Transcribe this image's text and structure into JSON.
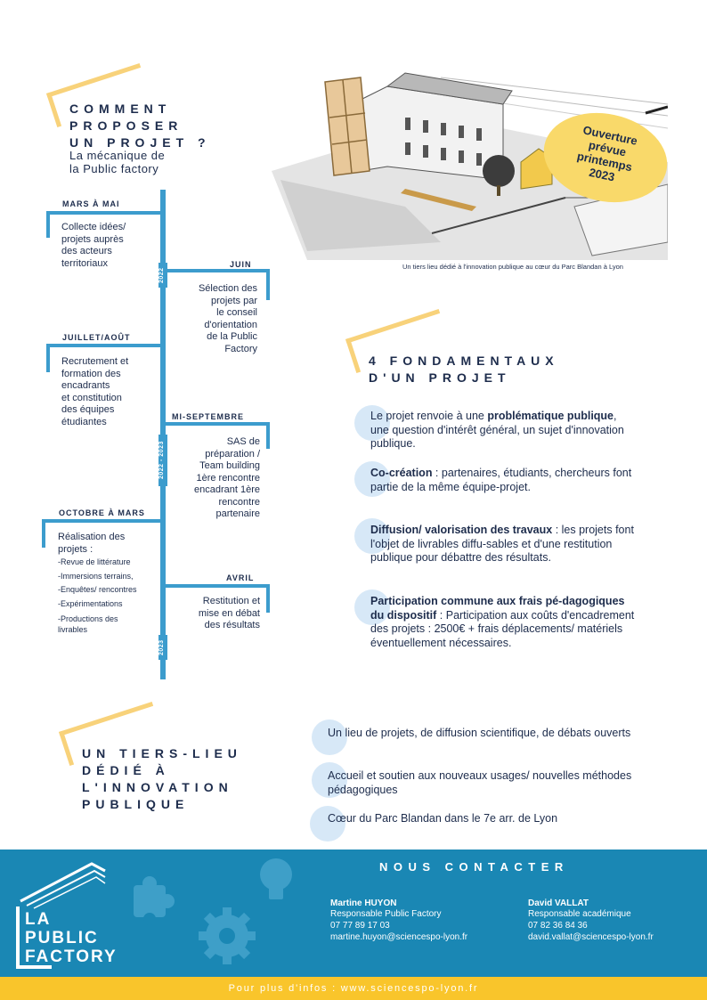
{
  "section1": {
    "title_lines": [
      "COMMENT",
      "PROPOSER",
      "UN PROJET ?"
    ],
    "subtitle_lines": [
      "La mécanique de",
      "la Public factory"
    ]
  },
  "image": {
    "caption": "Un tiers lieu dédié à l'innovation publique au cœur du Parc Blandan à Lyon",
    "badge_lines": [
      "Ouverture",
      "prévue",
      "printemps",
      "2023"
    ]
  },
  "timeline": {
    "years": [
      "2022",
      "2022 - 2023",
      "2023"
    ],
    "steps": [
      {
        "label": "MARS À MAI",
        "lines": [
          "Collecte idées/",
          "projets auprès",
          "des acteurs",
          "territoriaux"
        ]
      },
      {
        "label": "JUIN",
        "lines": [
          "Sélection des",
          "projets par",
          "le conseil",
          "d'orientation",
          "de la Public",
          "Factory"
        ]
      },
      {
        "label": "JUILLET/AOÛT",
        "lines": [
          "Recrutement et",
          "formation des",
          "encadrants",
          "et constitution",
          "des équipes",
          "étudiantes"
        ]
      },
      {
        "label": "MI-SEPTEMBRE",
        "lines": [
          "SAS de",
          "préparation /",
          "Team building",
          "1ère rencontre",
          "encadrant 1ère",
          "rencontre",
          "partenaire"
        ]
      },
      {
        "label": "OCTOBRE À MARS",
        "lines": [
          "Réalisation des",
          "projets :"
        ],
        "sub": [
          "-Revue de littérature",
          "-Immersions terrains,",
          "-Enquêtes/ rencontres",
          "-Expérimentations",
          "-Productions des",
          "livrables"
        ]
      },
      {
        "label": "AVRIL",
        "lines": [
          "Restitution et",
          "mise en débat",
          "des résultats"
        ]
      }
    ]
  },
  "section2": {
    "title_lines": [
      "4 FONDAMENTAUX",
      "D'UN PROJET"
    ],
    "items": [
      {
        "bold": "",
        "pre": "Le projet renvoie à une ",
        "strong": "problématique publique",
        "post": ", une question d'intérêt général, un sujet d'innovation publique."
      },
      {
        "pre": "",
        "strong": "Co-création",
        "post": " : partenaires, étudiants, chercheurs font partie de la même équipe-projet."
      },
      {
        "pre": "",
        "strong": "Diffusion/ valorisation des travaux",
        "post": " : les projets font l'objet de livrables diffu-sables  et d'une restitution publique pour débattre des résultats."
      },
      {
        "pre": "",
        "strong": "Participation commune aux frais pé-dagogiques du dispositif",
        "post": " : Participation aux coûts d'encadrement des projets : 2500€ + frais déplacements/ matériels éventuellement nécessaires."
      }
    ]
  },
  "section3": {
    "title_lines": [
      "UN TIERS-LIEU",
      "DÉDIÉ À",
      "L'INNOVATION",
      "PUBLIQUE"
    ],
    "items": [
      "Un lieu de projets, de diffusion scientifique, de débats ouverts",
      "Accueil et soutien aux nouveaux usages/ nouvelles méthodes pédagogiques",
      "Cœur du Parc Blandan dans le 7e arr. de Lyon"
    ]
  },
  "footer": {
    "logo_lines": [
      "LA",
      "PUBLIC",
      "FACTORY"
    ],
    "contact_title": "NOUS CONTACTER",
    "contacts": [
      {
        "name": "Martine HUYON",
        "role": "Responsable Public Factory",
        "phone": "07 77 89 17 03",
        "email": "martine.huyon@sciencespo-lyon.fr"
      },
      {
        "name": "David VALLAT",
        "role": "Responsable académique",
        "phone": "07 82 36 84 36",
        "email": "david.vallat@sciencespo-lyon.fr"
      }
    ],
    "more_info": "Pour plus d'infos : www.sciencespo-lyon.fr"
  },
  "colors": {
    "accent_blue": "#3c9ccd",
    "footer_blue": "#1a87b4",
    "yellow": "#f9c52b",
    "navy": "#1d2c4c"
  }
}
